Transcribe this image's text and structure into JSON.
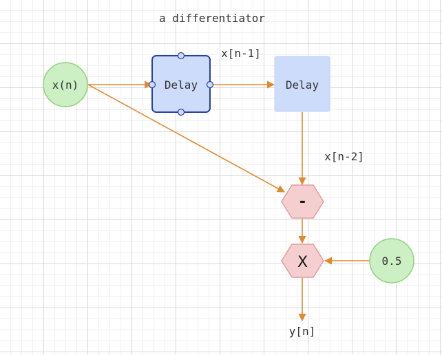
{
  "title": "a differentiator",
  "nodes": {
    "xn": "x(n)",
    "delay1": "Delay",
    "delay2": "Delay",
    "subtract": "-",
    "multiply": "X",
    "constant": "0.5",
    "output": "y[n]"
  },
  "edge_labels": {
    "x_n_1": "x[n-1]",
    "x_n_2": "x[n-2]"
  },
  "colors": {
    "edge": "#E08A2E",
    "green_fill": "#CDEFC4",
    "green_stroke": "#8FD17E",
    "blue_fill": "#CDDCFA",
    "blue_selected_stroke": "#2A3FA8",
    "red_fill": "#F5CFCF",
    "red_stroke": "#E49C9C"
  }
}
